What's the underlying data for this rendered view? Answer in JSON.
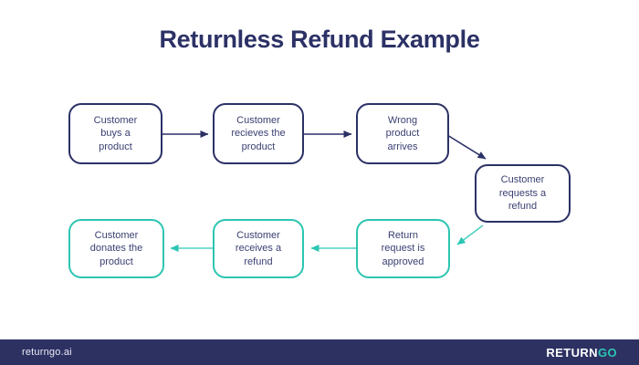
{
  "title": "Returnless Refund Example",
  "colors": {
    "navy": "#2c3166",
    "teal": "#2cc5b2",
    "teal_line": "#4ed2c1",
    "node_text": "#3a3f72",
    "footer_bg": "#2d3162",
    "footer_text": "#e9ebf5",
    "page_bg": "#ffffff"
  },
  "flowchart": {
    "nodes": [
      {
        "label": "Customer\nbuys a\nproduct"
      },
      {
        "label": "Customer\nrecieves the\nproduct"
      },
      {
        "label": "Wrong\nproduct\narrives"
      },
      {
        "label": "Customer\nrequests a\nrefund"
      },
      {
        "label": "Return\nrequest is\napproved"
      },
      {
        "label": "Customer\nreceives a\nrefund"
      },
      {
        "label": "Customer\ndonates the\nproduct"
      }
    ]
  },
  "footer": {
    "website": "returngo.ai",
    "brand": {
      "part1": "RETURN",
      "part2": "GO"
    }
  }
}
